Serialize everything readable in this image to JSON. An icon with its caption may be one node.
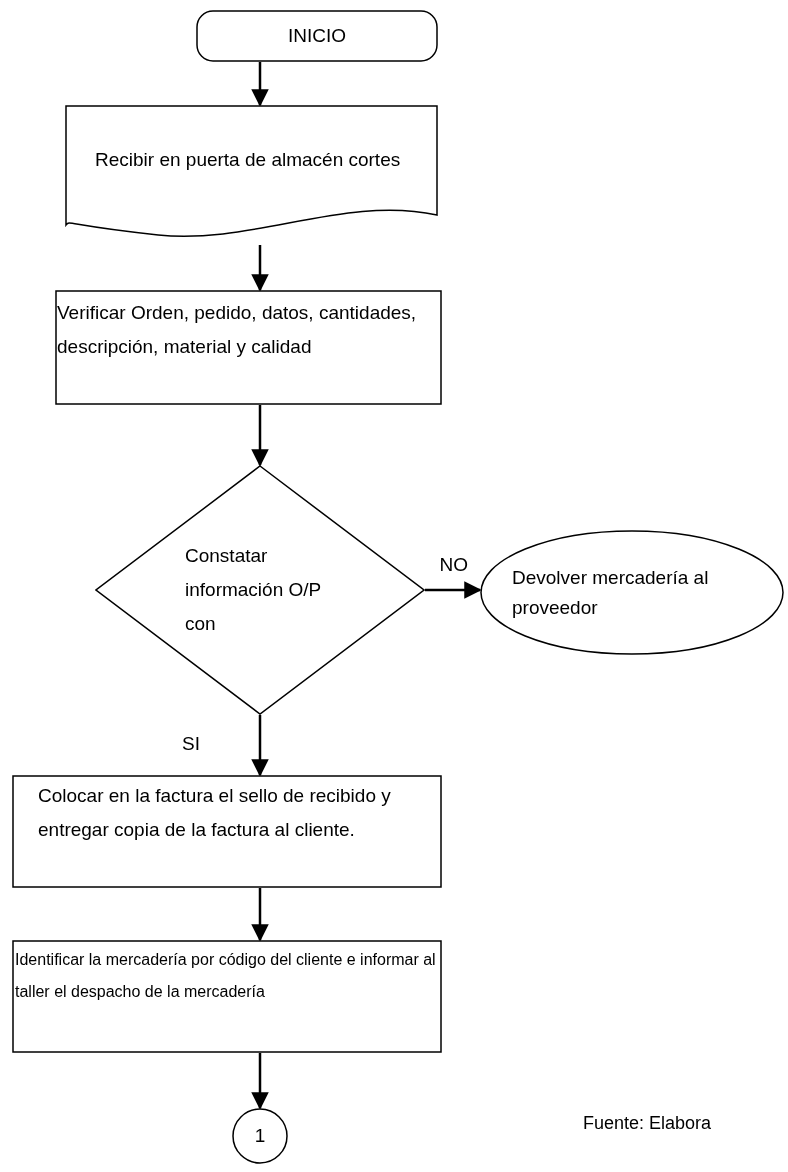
{
  "diagram": {
    "nodes": [
      {
        "text": [
          "INICIO"
        ]
      },
      {
        "text": [
          "Recibir en puerta de almacén cortes"
        ]
      },
      {
        "text": [
          "Verificar Orden, pedido, datos, cantidades, descripción, material y calidad"
        ]
      },
      {
        "text": [
          "Constatar información O/P con"
        ]
      },
      {
        "text": [
          "Devolver mercadería al proveedor"
        ]
      },
      {
        "text": [
          "Colocar en la factura el sello de recibido y entregar copia de la factura al cliente."
        ]
      },
      {
        "text": [
          "Identificar la mercadería por código del cliente e informar al taller el despacho de la mercadería"
        ]
      },
      {
        "text": [
          "1"
        ]
      }
    ],
    "edges": [
      {
        "from": 0,
        "to": 1,
        "arrow": "to"
      },
      {
        "from": 1,
        "to": 2,
        "arrow": "to"
      },
      {
        "from": 2,
        "to": 3,
        "arrow": "to"
      },
      {
        "from": 3,
        "to": 4,
        "arrow": "to",
        "label": "NO"
      },
      {
        "from": 3,
        "to": 5,
        "arrow": "to",
        "label": "SI"
      },
      {
        "from": 5,
        "to": 6,
        "arrow": "to"
      },
      {
        "from": 6,
        "to": 7,
        "arrow": "to"
      }
    ],
    "labels": [
      "Fuente: Elabora"
    ]
  }
}
